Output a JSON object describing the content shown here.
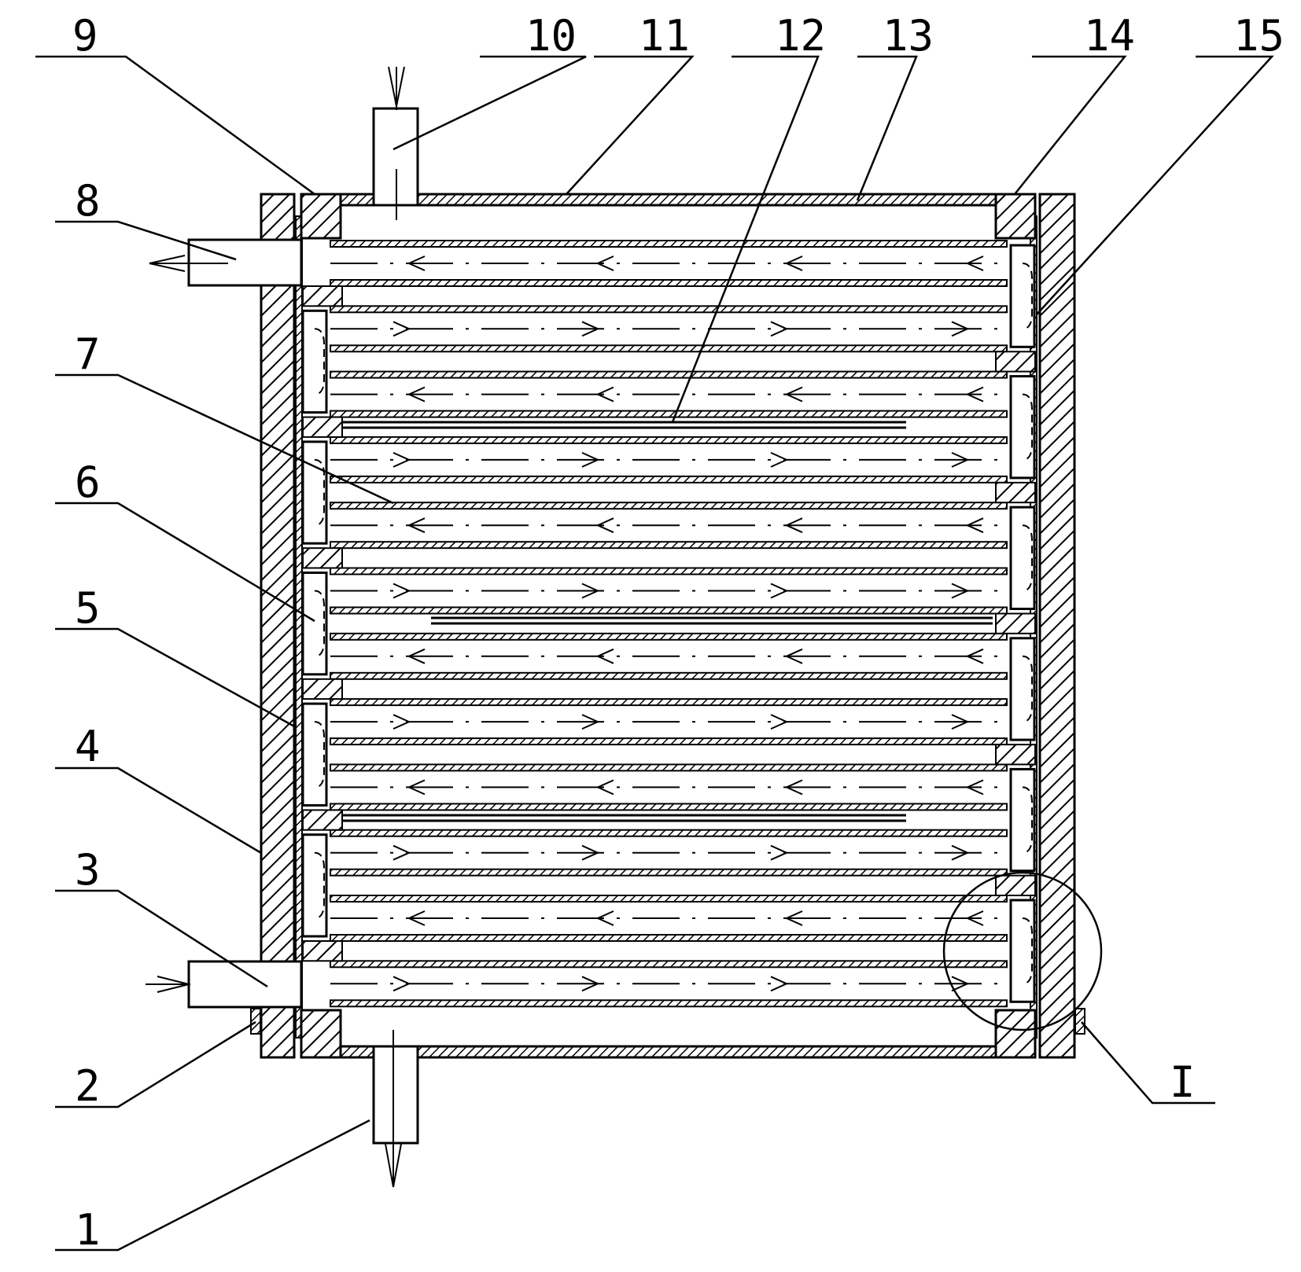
{
  "callouts": [
    {
      "id": "1",
      "text": "1"
    },
    {
      "id": "2",
      "text": "2"
    },
    {
      "id": "3",
      "text": "3"
    },
    {
      "id": "4",
      "text": "4"
    },
    {
      "id": "5",
      "text": "5"
    },
    {
      "id": "6",
      "text": "6"
    },
    {
      "id": "7",
      "text": "7"
    },
    {
      "id": "8",
      "text": "8"
    },
    {
      "id": "9",
      "text": "9"
    },
    {
      "id": "10",
      "text": "10"
    },
    {
      "id": "11",
      "text": "11"
    },
    {
      "id": "12",
      "text": "12"
    },
    {
      "id": "13",
      "text": "13"
    },
    {
      "id": "14",
      "text": "14"
    },
    {
      "id": "15",
      "text": "15"
    },
    {
      "id": "I",
      "text": "I"
    }
  ],
  "tube_rows": 12
}
